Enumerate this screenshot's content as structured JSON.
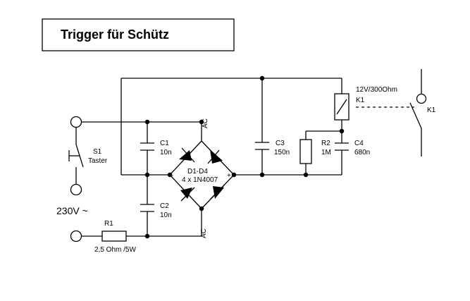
{
  "title": "Trigger für Schütz",
  "labels": {
    "s1_name": "S1",
    "s1_type": "Taster",
    "voltage": "230V ~",
    "r1_name": "R1",
    "r1_value": "2,5 Ohm /5W",
    "c1_name": "C1",
    "c1_value": "10n",
    "c2_name": "C2",
    "c2_value": "10n",
    "bridge_name": "D1-D4",
    "bridge_value": "4 x 1N4007",
    "ac_top": "AC",
    "ac_bottom": "AC",
    "plus": "+",
    "minus": "-",
    "c3_name": "C3",
    "c3_value": "150n",
    "r2_name": "R2",
    "r2_value": "1M",
    "c4_name": "C4",
    "c4_value": "680n",
    "k1_spec": "12V/300Ohm",
    "k1_name": "K1",
    "k1_contact_name": "K1"
  }
}
